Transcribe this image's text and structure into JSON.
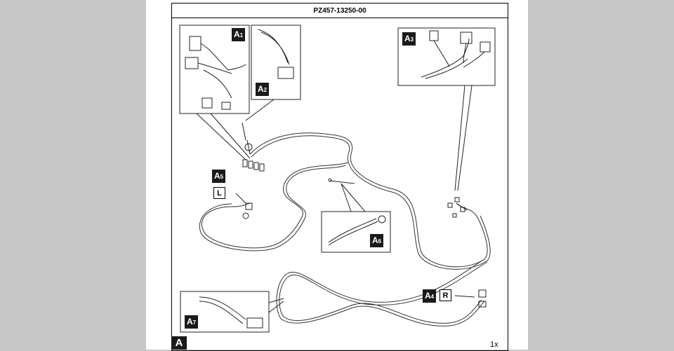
{
  "document": {
    "part_number": "PZ457-13250-00",
    "quantity": "1x",
    "section_label": "A"
  },
  "callouts": [
    {
      "id": "a1",
      "letter": "A",
      "sub": "1"
    },
    {
      "id": "a2",
      "letter": "A",
      "sub": "2"
    },
    {
      "id": "a3",
      "letter": "A",
      "sub": "3"
    },
    {
      "id": "a4",
      "letter": "A",
      "sub": "4"
    },
    {
      "id": "a5",
      "letter": "A",
      "sub": "5"
    },
    {
      "id": "a6",
      "letter": "A",
      "sub": "6"
    },
    {
      "id": "a7",
      "letter": "A",
      "sub": "7"
    }
  ],
  "side_labels": {
    "left": "L",
    "right": "R"
  }
}
